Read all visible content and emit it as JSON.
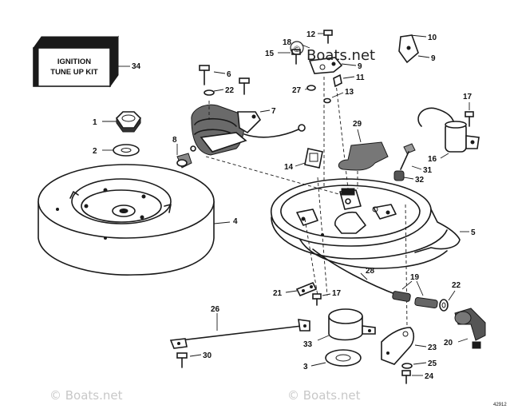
{
  "kit": {
    "line1": "IGNITION",
    "line2": "TUNE UP KIT",
    "number": "34"
  },
  "watermark": {
    "main": "Boats.net",
    "main_symbol": "©",
    "bottom_left": "© Boats.net",
    "bottom_right": "© Boats.net"
  },
  "catalog_number": "42912",
  "callouts": {
    "c1": "1",
    "c2": "2",
    "c3": "3",
    "c4": "4",
    "c5": "5",
    "c6": "6",
    "c7": "7",
    "c8": "8",
    "c9a": "9",
    "c9b": "9",
    "c10": "10",
    "c11": "11",
    "c12": "12",
    "c13": "13",
    "c14": "14",
    "c15": "15",
    "c16": "16",
    "c17a": "17",
    "c17b": "17",
    "c18": "18",
    "c19": "19",
    "c20": "20",
    "c21": "21",
    "c22a": "22",
    "c22b": "22",
    "c23": "23",
    "c24": "24",
    "c25": "25",
    "c26": "26",
    "c27": "27",
    "c28": "28",
    "c29": "29",
    "c30": "30",
    "c31": "31",
    "c32": "32",
    "c33": "33"
  }
}
